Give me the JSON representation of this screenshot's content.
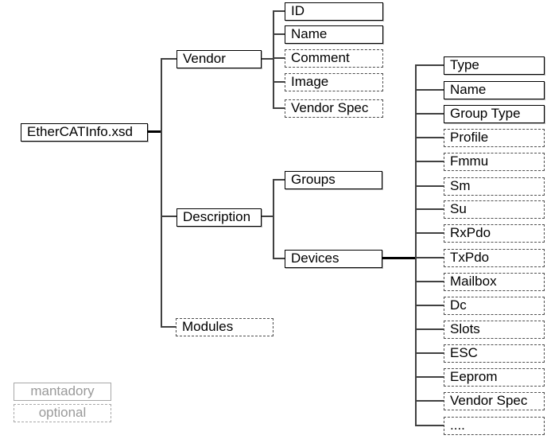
{
  "tree": {
    "root": {
      "label": "EtherCATInfo.xsd",
      "required": true
    },
    "level1": [
      {
        "label": "Vendor",
        "required": true
      },
      {
        "label": "Description",
        "required": true
      },
      {
        "label": "Modules",
        "required": false
      }
    ],
    "vendor_children": [
      {
        "label": "ID",
        "required": true
      },
      {
        "label": "Name",
        "required": true
      },
      {
        "label": "Comment",
        "required": false
      },
      {
        "label": "Image",
        "required": false
      },
      {
        "label": "Vendor Spec",
        "required": false
      }
    ],
    "description_children": [
      {
        "label": "Groups",
        "required": true
      },
      {
        "label": "Devices",
        "required": true
      }
    ],
    "devices_children": [
      {
        "label": "Type",
        "required": true
      },
      {
        "label": "Name",
        "required": true
      },
      {
        "label": "Group Type",
        "required": true
      },
      {
        "label": "Profile",
        "required": false
      },
      {
        "label": "Fmmu",
        "required": false
      },
      {
        "label": "Sm",
        "required": false
      },
      {
        "label": "Su",
        "required": false
      },
      {
        "label": "RxPdo",
        "required": false
      },
      {
        "label": "TxPdo",
        "required": false
      },
      {
        "label": "Mailbox",
        "required": false
      },
      {
        "label": "Dc",
        "required": false
      },
      {
        "label": "Slots",
        "required": false
      },
      {
        "label": "ESC",
        "required": false
      },
      {
        "label": "Eeprom",
        "required": false
      },
      {
        "label": "Vendor Spec",
        "required": false
      },
      {
        "label": "....",
        "required": false
      }
    ]
  },
  "legend": {
    "mandatory": {
      "label": "mantadory",
      "style": "solid"
    },
    "optional": {
      "label": "optional",
      "style": "dashed"
    }
  },
  "colors": {
    "background": "#ffffff",
    "box_border": "#000000",
    "dashed_border": "#4d4d4d",
    "connector": "#404040",
    "trunk": "#000000",
    "legend": "#9a9a9a",
    "text": "#000000"
  }
}
